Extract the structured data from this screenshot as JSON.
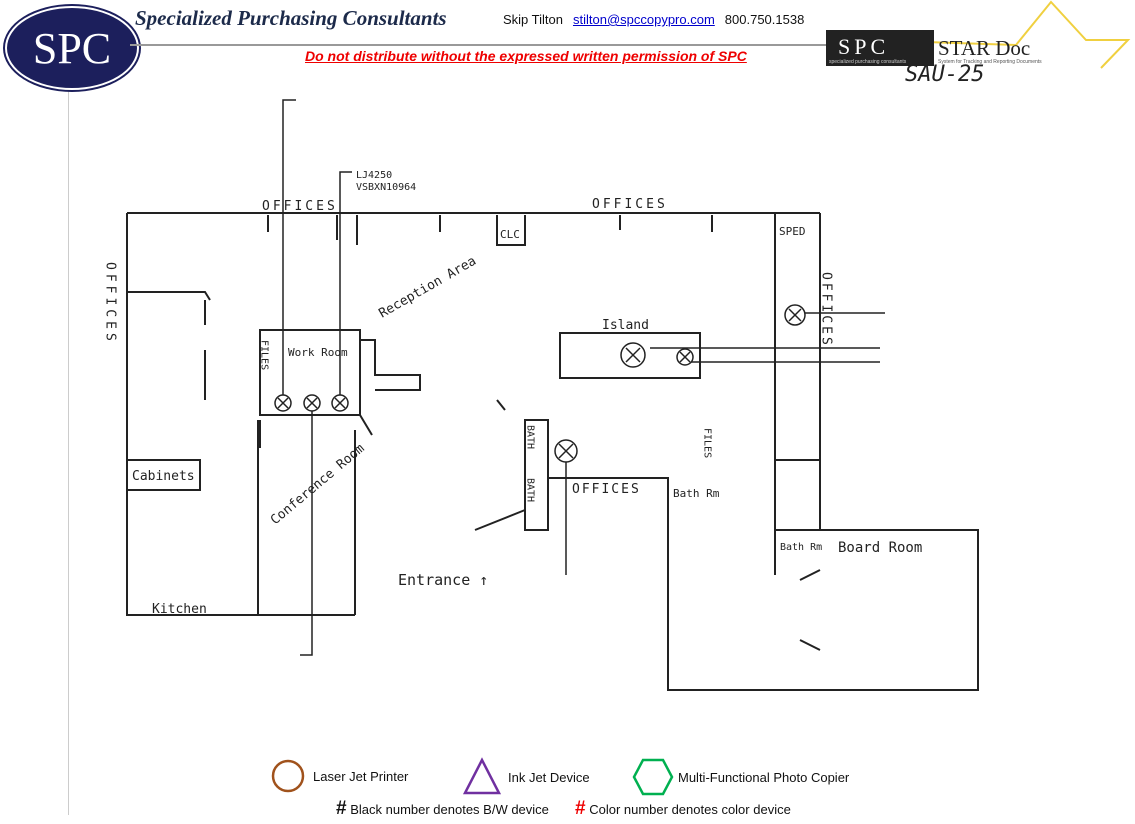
{
  "header": {
    "logo_text": "SPC",
    "company": "Specialized Purchasing Consultants",
    "contact_name": "Skip Tilton",
    "contact_email": "stilton@spccopypro.com",
    "contact_phone": "800.750.1538",
    "warning": "Do not distribute without the expressed written permission of SPC",
    "star_logo_left": "SPC",
    "star_logo_right": "STAR Doc",
    "star_logo_sub": "specialized purchasing consultants",
    "star_logo_tagline": "System for Tracking and Reporting Documents",
    "doc_id": "SAU-25",
    "colors": {
      "navy": "#1c1f5c",
      "warning": "#e00000",
      "star": "#f0d040"
    }
  },
  "plan": {
    "labels": {
      "offices_top_left": "OFFICES",
      "offices_top_right": "OFFICES",
      "offices_left": "OFFICES",
      "offices_right": "OFFICES",
      "device_note_1": "LJ4250",
      "device_note_2": "VSBXN10964",
      "clc": "CLC",
      "sped": "SPED",
      "reception": "Reception Area",
      "island": "Island",
      "work_room": "Work Room",
      "files_left": "FILES",
      "files_right": "FILES",
      "cabinets": "Cabinets",
      "conference": "Conference Room",
      "kitchen": "Kitchen",
      "entrance": "Entrance ↑",
      "bath_1": "BATH",
      "bath_2": "BATH",
      "offices_center": "OFFICES",
      "bath_rm_1": "Bath Rm",
      "bath_rm_2": "Bath Rm",
      "board_room": "Board Room"
    }
  },
  "legend": {
    "laser": {
      "label": "Laser Jet Printer",
      "color": "#a0521c",
      "icon": "circle"
    },
    "inkjet": {
      "label": "Ink Jet Device",
      "color": "#7030a0",
      "icon": "triangle"
    },
    "mfp": {
      "label": "Multi-Functional Photo Copier",
      "color": "#00b050",
      "icon": "hexagon"
    },
    "bw_symbol": "#",
    "bw_note": "Black number denotes B/W device",
    "color_symbol": "#",
    "color_note": "Color number denotes color device"
  }
}
